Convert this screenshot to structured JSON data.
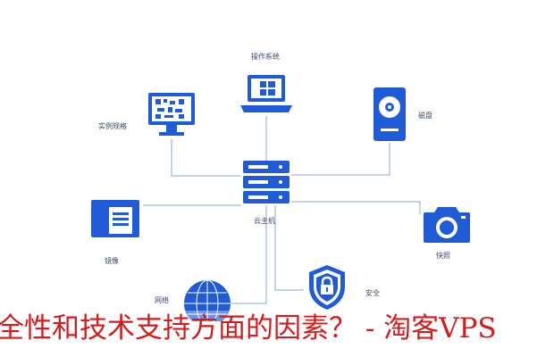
{
  "diagram": {
    "center": {
      "label": "云主机",
      "icon": "server-rack-icon"
    },
    "nodes": [
      {
        "id": "os",
        "label": "操作系统",
        "icon": "laptop-windows-icon"
      },
      {
        "id": "spec",
        "label": "实例规格",
        "icon": "monitor-qr-icon"
      },
      {
        "id": "disk",
        "label": "磁盘",
        "icon": "hard-disk-icon"
      },
      {
        "id": "image",
        "label": "镜像",
        "icon": "image-stack-icon"
      },
      {
        "id": "snapshot",
        "label": "快照",
        "icon": "camera-icon"
      },
      {
        "id": "network",
        "label": "网络",
        "icon": "globe-icon"
      },
      {
        "id": "security",
        "label": "安全",
        "icon": "shield-lock-icon"
      }
    ],
    "colors": {
      "icon_blue": "#1f5bd6",
      "line": "#9eb6dc",
      "caption_red": "#d31c1c"
    }
  },
  "caption": {
    "text": "全性和技术支持方面的因素？ - 淘客VPS"
  }
}
